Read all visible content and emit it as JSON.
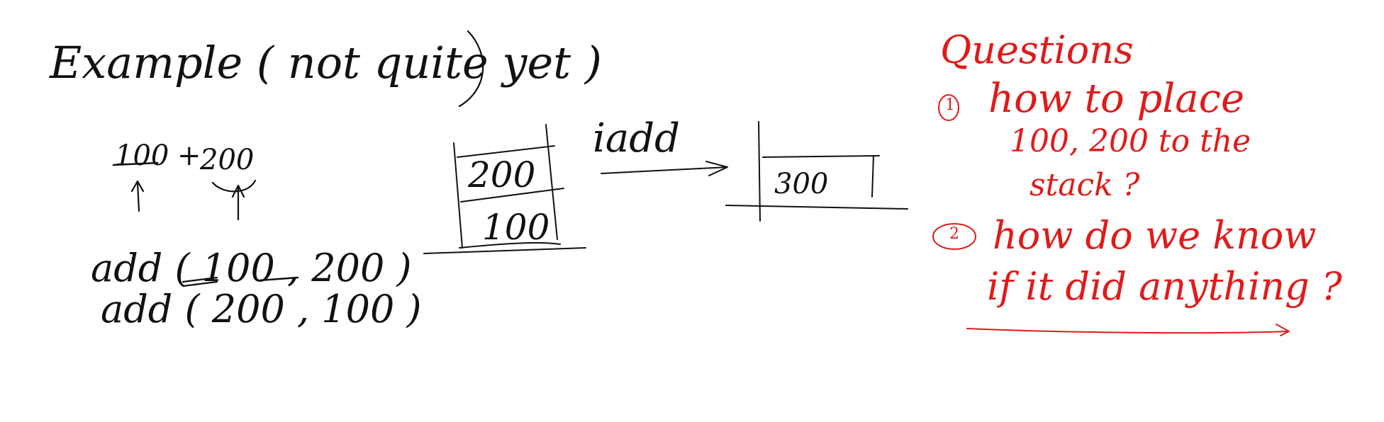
{
  "colors": {
    "ink": "#111111",
    "red": "#e11a1a",
    "background": "#ffffff"
  },
  "title": "Example ( not quite yet )",
  "expression": {
    "left": "100",
    "op": "+",
    "right": "200"
  },
  "calls": [
    "add ( 100 , 200 )",
    "add ( 200 , 100 )"
  ],
  "stack_before": [
    "200",
    "100"
  ],
  "operation": "iadd",
  "stack_after": [
    "300"
  ],
  "questions": {
    "heading": "Questions",
    "items": [
      {
        "num": "1",
        "lines": [
          "how to place",
          "100, 200 to the",
          "stack ?"
        ]
      },
      {
        "num": "2",
        "lines": [
          "how do we know",
          "if it did anything ?"
        ]
      }
    ]
  }
}
